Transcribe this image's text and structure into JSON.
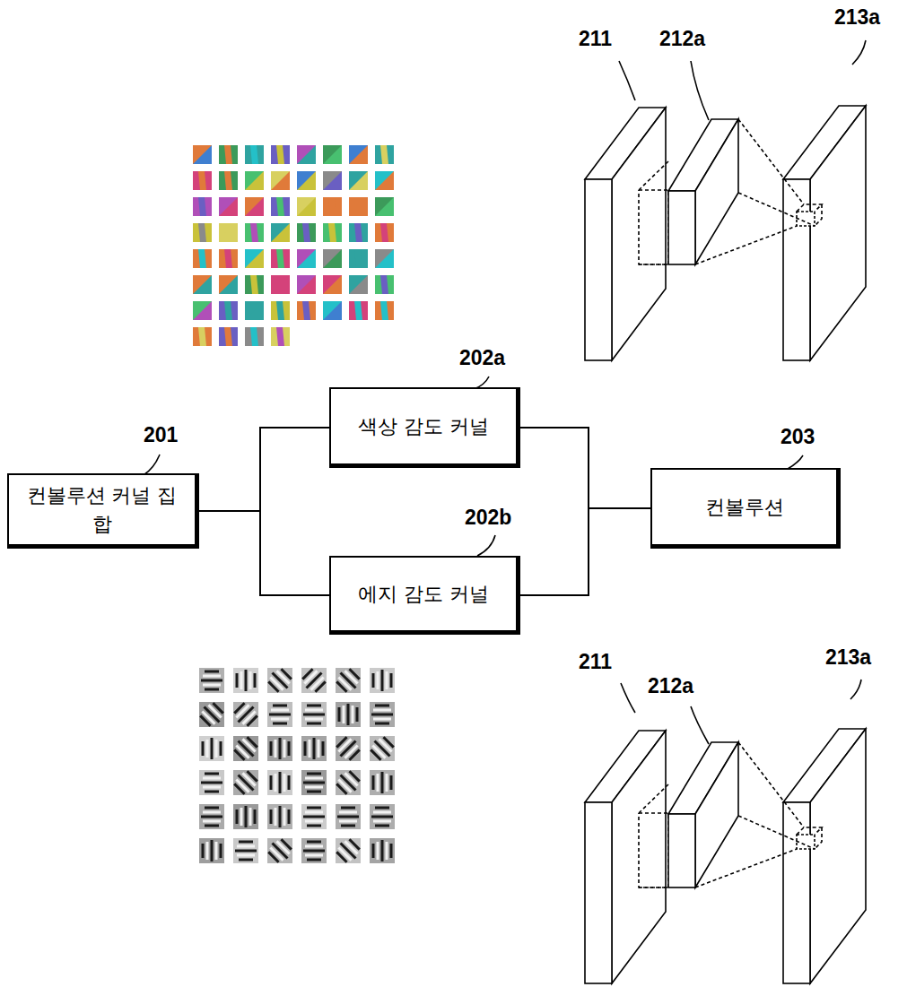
{
  "diagram": {
    "nodes": [
      {
        "text": [
          "컨볼루션 커널 집합"
        ]
      },
      {
        "text": [
          "색상 감도 커널"
        ]
      },
      {
        "text": [
          "에지 감도 커널"
        ]
      },
      {
        "text": [
          "컨볼루션"
        ]
      }
    ],
    "edges": [
      {
        "from": 0,
        "to": 1,
        "arrow": "none"
      },
      {
        "from": 0,
        "to": 2,
        "arrow": "none"
      },
      {
        "from": 1,
        "to": 3,
        "arrow": "none"
      },
      {
        "from": 2,
        "to": 3,
        "arrow": "none"
      }
    ],
    "labels": [
      "201",
      "202a",
      "202b",
      "203",
      "211",
      "212a",
      "213a",
      "211",
      "212a",
      "213a"
    ]
  }
}
